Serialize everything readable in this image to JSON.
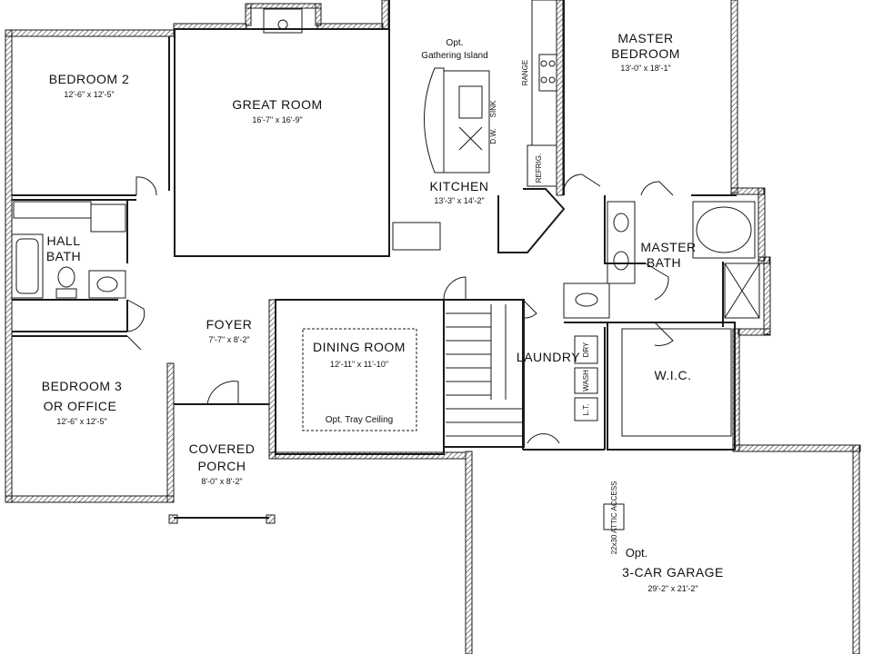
{
  "rooms": {
    "bedroom2": {
      "name": "BEDROOM 2",
      "dims": "12'-6\" x 12'-5\""
    },
    "great_room": {
      "name": "GREAT ROOM",
      "dims": "16'-7\" x 16'-9\""
    },
    "kitchen": {
      "name": "KITCHEN",
      "dims": "13'-3\" x 14'-2\""
    },
    "master_bedroom": {
      "name_line1": "MASTER",
      "name_line2": "BEDROOM",
      "dims": "13'-0\" x 18'-1\""
    },
    "hall_bath": {
      "name_line1": "HALL",
      "name_line2": "BATH"
    },
    "master_bath": {
      "name_line1": "MASTER",
      "name_line2": "BATH"
    },
    "foyer": {
      "name": "FOYER",
      "dims": "7'-7\" x 8'-2\""
    },
    "dining_room": {
      "name": "DINING ROOM",
      "dims": "12'-11\" x 11'-10\"",
      "note": "Opt. Tray Ceiling"
    },
    "laundry": {
      "name": "LAUNDRY"
    },
    "wic": {
      "name": "W.I.C."
    },
    "bedroom3": {
      "name_line1": "BEDROOM 3",
      "name_line2": "OR OFFICE",
      "dims": "12'-6\" x 12'-5\""
    },
    "covered_porch": {
      "name_line1": "COVERED",
      "name_line2": "PORCH",
      "dims": "8'-0\" x 8'-2\""
    },
    "garage": {
      "opt": "Opt.",
      "name": "3-CAR GARAGE",
      "dims": "29'-2\" x 21'-2\""
    }
  },
  "labels": {
    "gathering_island_opt": "Opt.",
    "gathering_island": "Gathering Island",
    "range": "RANGE",
    "sink": "SINK",
    "dw": "D.W.",
    "refrig": "REFRIG.",
    "dry": "DRY",
    "wash": "WASH",
    "lt": "L.T.",
    "attic_access": "22x30 ATTIC ACCESS"
  }
}
